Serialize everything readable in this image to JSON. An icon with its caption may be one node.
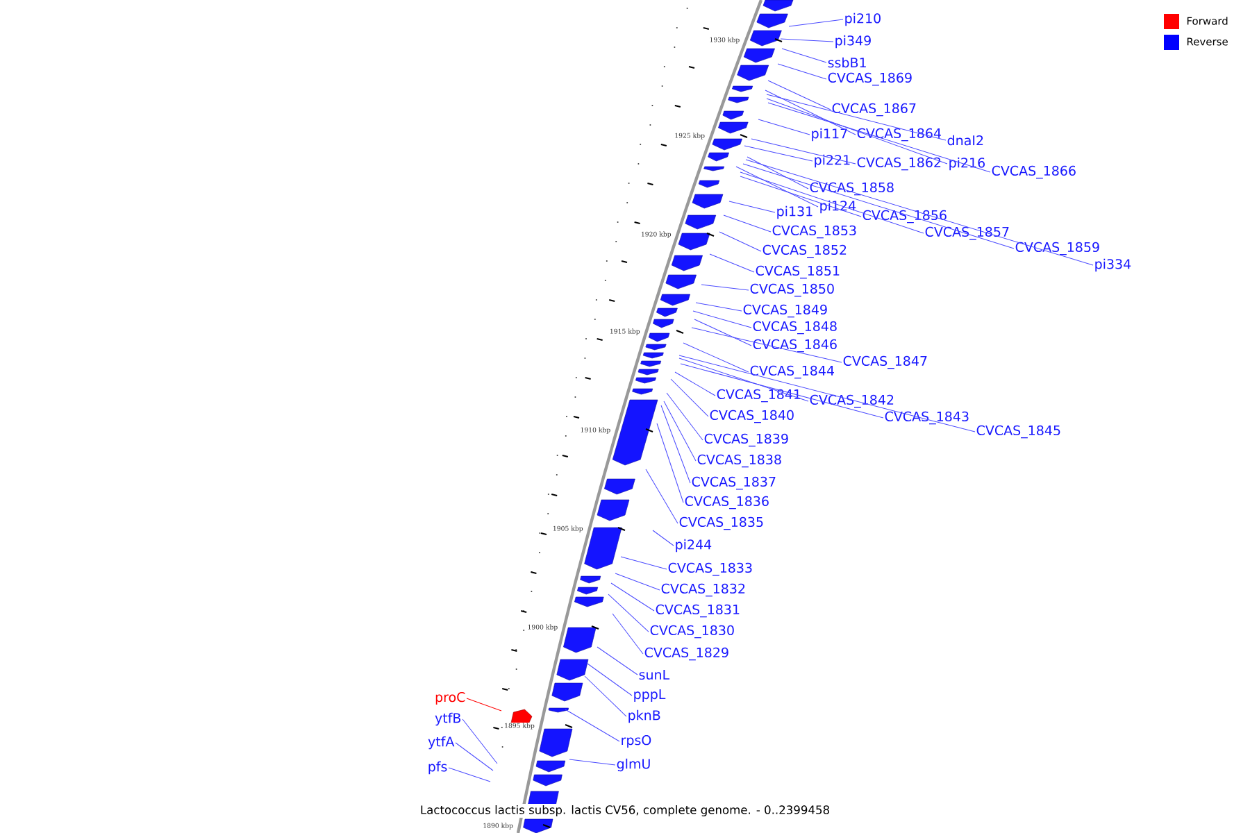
{
  "diagram": {
    "caption": "Lactococcus lactis subsp. lactis CV56, complete genome. - 0..2399458",
    "nodes": [
      {
        "text": [
          "pi210"
        ]
      },
      {
        "text": [
          "pi349"
        ]
      },
      {
        "text": [
          "ssbB1"
        ]
      },
      {
        "text": [
          "CVCAS_1869"
        ]
      },
      {
        "text": [
          "CVCAS_1867"
        ]
      },
      {
        "text": [
          "pi117"
        ]
      },
      {
        "text": [
          "CVCAS_1864"
        ]
      },
      {
        "text": [
          "dnaI2"
        ]
      },
      {
        "text": [
          "pi221"
        ]
      },
      {
        "text": [
          "CVCAS_1862"
        ]
      },
      {
        "text": [
          "pi216"
        ]
      },
      {
        "text": [
          "CVCAS_1866"
        ]
      },
      {
        "text": [
          "CVCAS_1858"
        ]
      },
      {
        "text": [
          "pi124"
        ]
      },
      {
        "text": [
          "pi131"
        ]
      },
      {
        "text": [
          "CVCAS_1856"
        ]
      },
      {
        "text": [
          "CVCAS_1853"
        ]
      },
      {
        "text": [
          "CVCAS_1857"
        ]
      },
      {
        "text": [
          "CVCAS_1859"
        ]
      },
      {
        "text": [
          "pi334"
        ]
      },
      {
        "text": [
          "CVCAS_1852"
        ]
      },
      {
        "text": [
          "CVCAS_1851"
        ]
      },
      {
        "text": [
          "CVCAS_1850"
        ]
      },
      {
        "text": [
          "CVCAS_1849"
        ]
      },
      {
        "text": [
          "CVCAS_1848"
        ]
      },
      {
        "text": [
          "CVCAS_1846"
        ]
      },
      {
        "text": [
          "CVCAS_1847"
        ]
      },
      {
        "text": [
          "CVCAS_1844"
        ]
      },
      {
        "text": [
          "CVCAS_1841"
        ]
      },
      {
        "text": [
          "CVCAS_1842"
        ]
      },
      {
        "text": [
          "CVCAS_1843"
        ]
      },
      {
        "text": [
          "CVCAS_1840"
        ]
      },
      {
        "text": [
          "CVCAS_1845"
        ]
      },
      {
        "text": [
          "CVCAS_1839"
        ]
      },
      {
        "text": [
          "CVCAS_1838"
        ]
      },
      {
        "text": [
          "CVCAS_1837"
        ]
      },
      {
        "text": [
          "CVCAS_1836"
        ]
      },
      {
        "text": [
          "CVCAS_1835"
        ]
      },
      {
        "text": [
          "pi244"
        ]
      },
      {
        "text": [
          "CVCAS_1833"
        ]
      },
      {
        "text": [
          "CVCAS_1832"
        ]
      },
      {
        "text": [
          "CVCAS_1831"
        ]
      },
      {
        "text": [
          "CVCAS_1830"
        ]
      },
      {
        "text": [
          "CVCAS_1829"
        ]
      },
      {
        "text": [
          "sunL"
        ]
      },
      {
        "text": [
          "pppL"
        ]
      },
      {
        "text": [
          "proC"
        ]
      },
      {
        "text": [
          "pknB"
        ]
      },
      {
        "text": [
          "ytfB"
        ]
      },
      {
        "text": [
          "rpsO"
        ]
      },
      {
        "text": [
          "ytfA"
        ]
      },
      {
        "text": [
          "glmU"
        ]
      },
      {
        "text": [
          "pfs"
        ]
      }
    ],
    "edges": [
      {
        "from": 0,
        "to": null,
        "arrow": "none"
      },
      {
        "from": 1,
        "to": null,
        "arrow": "none"
      },
      {
        "from": 2,
        "to": null,
        "arrow": "none"
      },
      {
        "from": 3,
        "to": null,
        "arrow": "none"
      },
      {
        "from": 4,
        "to": null,
        "arrow": "none"
      },
      {
        "from": 5,
        "to": null,
        "arrow": "none"
      },
      {
        "from": 6,
        "to": null,
        "arrow": "none"
      },
      {
        "from": 7,
        "to": null,
        "arrow": "none"
      },
      {
        "from": 8,
        "to": null,
        "arrow": "none"
      },
      {
        "from": 9,
        "to": null,
        "arrow": "none"
      },
      {
        "from": 10,
        "to": null,
        "arrow": "none"
      },
      {
        "from": 11,
        "to": null,
        "arrow": "none"
      },
      {
        "from": 12,
        "to": null,
        "arrow": "none"
      },
      {
        "from": 13,
        "to": null,
        "arrow": "none"
      },
      {
        "from": 14,
        "to": null,
        "arrow": "none"
      },
      {
        "from": 15,
        "to": null,
        "arrow": "none"
      },
      {
        "from": 16,
        "to": null,
        "arrow": "none"
      },
      {
        "from": 17,
        "to": null,
        "arrow": "none"
      },
      {
        "from": 18,
        "to": null,
        "arrow": "none"
      },
      {
        "from": 19,
        "to": null,
        "arrow": "none"
      },
      {
        "from": 20,
        "to": null,
        "arrow": "none"
      },
      {
        "from": 21,
        "to": null,
        "arrow": "none"
      },
      {
        "from": 22,
        "to": null,
        "arrow": "none"
      },
      {
        "from": 23,
        "to": null,
        "arrow": "none"
      },
      {
        "from": 24,
        "to": null,
        "arrow": "none"
      },
      {
        "from": 25,
        "to": null,
        "arrow": "none"
      },
      {
        "from": 26,
        "to": null,
        "arrow": "none"
      },
      {
        "from": 27,
        "to": null,
        "arrow": "none"
      },
      {
        "from": 28,
        "to": null,
        "arrow": "none"
      },
      {
        "from": 29,
        "to": null,
        "arrow": "none"
      },
      {
        "from": 30,
        "to": null,
        "arrow": "none"
      },
      {
        "from": 31,
        "to": null,
        "arrow": "none"
      },
      {
        "from": 32,
        "to": null,
        "arrow": "none"
      },
      {
        "from": 33,
        "to": null,
        "arrow": "none"
      },
      {
        "from": 34,
        "to": null,
        "arrow": "none"
      },
      {
        "from": 35,
        "to": null,
        "arrow": "none"
      },
      {
        "from": 36,
        "to": null,
        "arrow": "none"
      },
      {
        "from": 37,
        "to": null,
        "arrow": "none"
      },
      {
        "from": 38,
        "to": null,
        "arrow": "none"
      },
      {
        "from": 39,
        "to": null,
        "arrow": "none"
      },
      {
        "from": 40,
        "to": null,
        "arrow": "none"
      },
      {
        "from": 41,
        "to": null,
        "arrow": "none"
      },
      {
        "from": 42,
        "to": null,
        "arrow": "none"
      },
      {
        "from": 43,
        "to": null,
        "arrow": "none"
      },
      {
        "from": 44,
        "to": null,
        "arrow": "none"
      },
      {
        "from": 45,
        "to": null,
        "arrow": "none"
      },
      {
        "from": 46,
        "to": null,
        "arrow": "none",
        "color": "#ff0000"
      },
      {
        "from": 47,
        "to": null,
        "arrow": "none"
      },
      {
        "from": 48,
        "to": null,
        "arrow": "none"
      },
      {
        "from": 49,
        "to": null,
        "arrow": "none"
      },
      {
        "from": 50,
        "to": null,
        "arrow": "none"
      },
      {
        "from": 51,
        "to": null,
        "arrow": "none"
      },
      {
        "from": 52,
        "to": null,
        "arrow": "none"
      }
    ],
    "labels": [
      "1930 kbp",
      "1925 kbp",
      "1920 kbp",
      "1915 kbp",
      "1910 kbp",
      "1905 kbp",
      "1900 kbp",
      "1895 kbp",
      "1890 kbp"
    ],
    "legend": [
      {
        "text": "Forward",
        "color": "#ff0000"
      },
      {
        "text": "Reverse",
        "color": "#0000ff"
      }
    ]
  }
}
